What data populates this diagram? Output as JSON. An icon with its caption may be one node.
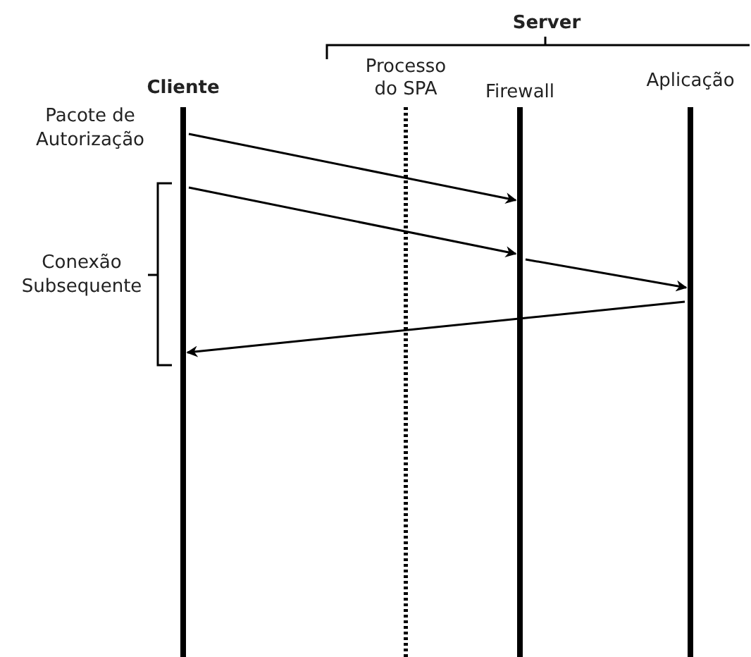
{
  "diagram": {
    "nodes": [
      {
        "text": [
          "Cliente"
        ]
      },
      {
        "text": [
          "Processo do SPA"
        ]
      },
      {
        "text": [
          "Firewall"
        ]
      },
      {
        "text": [
          "Aplicação"
        ]
      }
    ],
    "edges": [
      {
        "from": 0,
        "to": 2,
        "arrow": "to"
      },
      {
        "from": 0,
        "to": 2,
        "arrow": "to"
      },
      {
        "from": 2,
        "to": 3,
        "arrow": "to"
      },
      {
        "from": 3,
        "to": 0,
        "arrow": "to"
      }
    ],
    "labels": [
      "Server",
      "Pacote de Autorização",
      "Conexão Subsequente"
    ]
  }
}
